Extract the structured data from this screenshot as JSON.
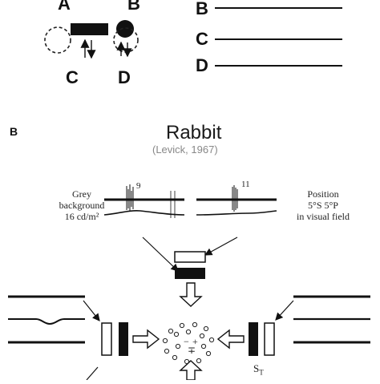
{
  "panel_a": {
    "positions": [
      "A",
      "B",
      "C",
      "D"
    ],
    "trace_labels": [
      "B",
      "C",
      "D"
    ]
  },
  "panel_b": {
    "letter": "B",
    "title": "Rabbit",
    "citation": "(Levick, 1967)",
    "left_note": [
      "Grey",
      "background",
      "16 cd/m²"
    ],
    "right_note": [
      "Position",
      "5°S 5°P",
      "in visual field"
    ],
    "spike_counts": [
      "9",
      "11"
    ],
    "corner_label": "S",
    "corner_sub": "T",
    "center_symbols": [
      "−",
      "+",
      "∓"
    ]
  },
  "colors": {
    "ink": "#111111",
    "dashed": "#222222",
    "citation": "#888888"
  }
}
